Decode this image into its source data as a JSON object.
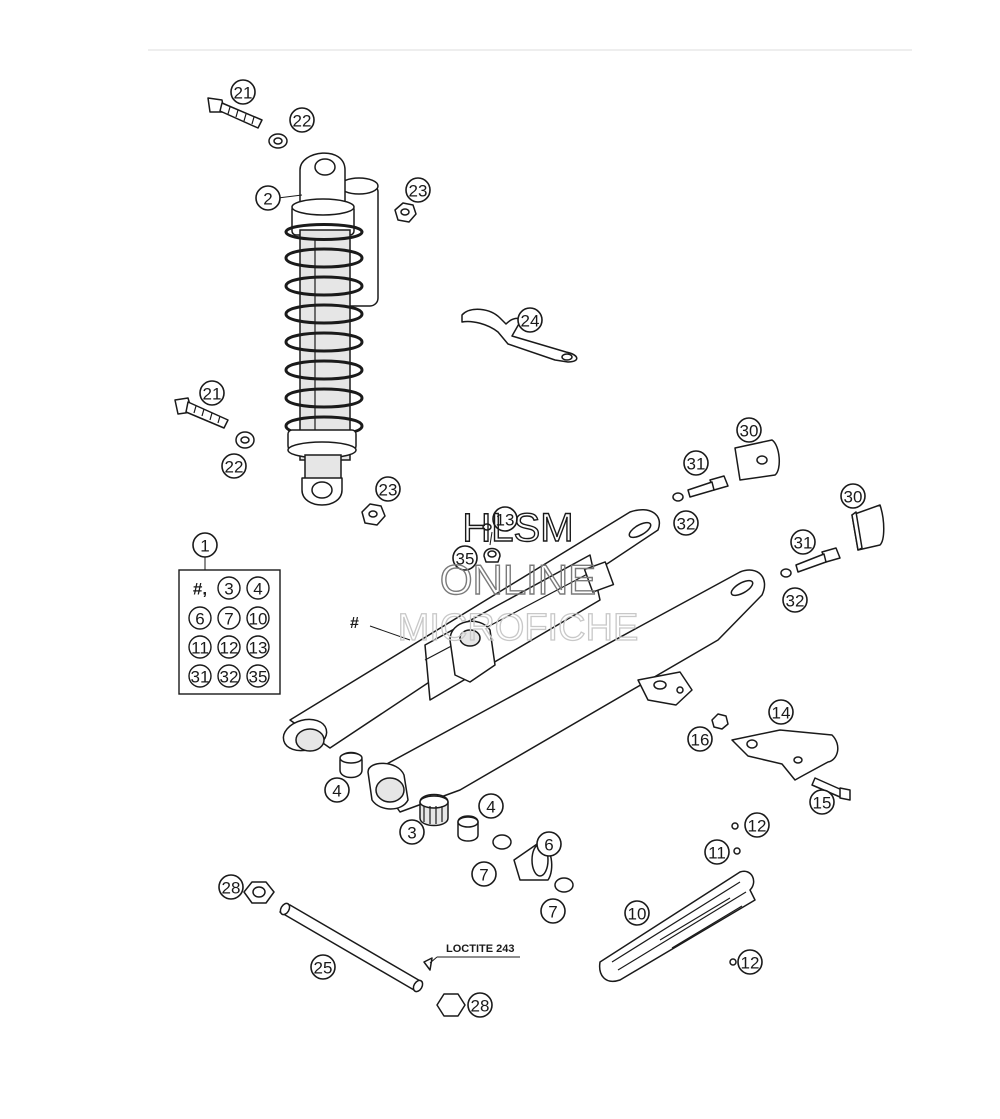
{
  "watermark": {
    "line1": "HLSM",
    "line2": "ONLINE",
    "line3": "MICROFICHE"
  },
  "note": "LOCTITE 243",
  "hash_mark": "#",
  "kit": {
    "label": "1",
    "cells": [
      "#,",
      "3",
      "4",
      "6",
      "7",
      "10",
      "11",
      "12",
      "13",
      "31",
      "32",
      "35"
    ]
  },
  "callouts": {
    "c21a": "21",
    "c22a": "22",
    "c2": "2",
    "c23a": "23",
    "c24": "24",
    "c21b": "21",
    "c22b": "22",
    "c23b": "23",
    "c30a": "30",
    "c31a": "31",
    "c32a": "32",
    "c30b": "30",
    "c31b": "31",
    "c32b": "32",
    "c13": "13",
    "c35": "35",
    "c14": "14",
    "c16": "16",
    "c15": "15",
    "c4a": "4",
    "c3": "3",
    "c4b": "4",
    "c6": "6",
    "c7a": "7",
    "c7b": "7",
    "c12a": "12",
    "c11": "11",
    "c10": "10",
    "c12b": "12",
    "c28a": "28",
    "c25": "25",
    "c28b": "28"
  }
}
